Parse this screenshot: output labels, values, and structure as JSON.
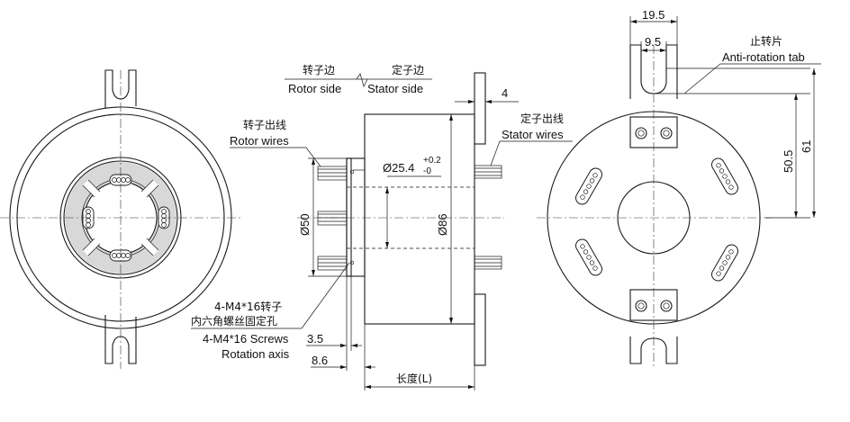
{
  "labels": {
    "rotor_side_cn": "转子边",
    "rotor_side_en": "Rotor side",
    "stator_side_cn": "定子边",
    "stator_side_en": "Stator side",
    "rotor_wires_cn": "转子出线",
    "rotor_wires_en": "Rotor wires",
    "stator_wires_cn": "定子出线",
    "stator_wires_en": "Stator wires",
    "anti_rotation_cn": "止转片",
    "anti_rotation_en": "Anti-rotation tab",
    "screws_cn_1": "4-M4*16转子",
    "screws_cn_2": "内六角螺丝固定孔",
    "screws_en": "4-M4*16 Screws",
    "rotation_axis": "Rotation axis",
    "length_label": "长度(L)"
  },
  "dimensions": {
    "bore": "Ø25.4",
    "bore_tol_upper": "+0.2",
    "bore_tol_lower": "-0",
    "flange_dia": "Ø50",
    "body_dia": "Ø86",
    "tab_thickness": "4",
    "offset_a": "3.5",
    "offset_b": "8.6",
    "tab_width": "19.5",
    "slot_width": "9.5",
    "height_a": "50.5",
    "height_b": "61"
  }
}
